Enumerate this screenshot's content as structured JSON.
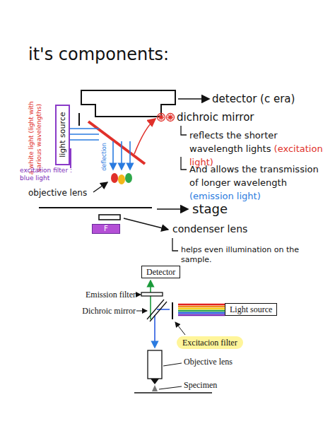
{
  "diagram": {
    "title": "it's components:",
    "nodes": [
      {
        "text": [
          "light source"
        ]
      },
      {
        "text": [
          "F"
        ]
      },
      {
        "text": [
          "Detector"
        ]
      },
      {
        "text": [
          "Light source"
        ]
      },
      {
        "text": [
          "Excitacion filter"
        ]
      }
    ],
    "labels": [
      "detector (c era)",
      "dichroic mirror",
      "reflects the shorter wavelength lights",
      "(excitation light)",
      "And allows the transmission of longer wavelength",
      "(emission light)",
      "stage",
      "condenser lens",
      "helps even illumination on the sample.",
      "a white light (light with various wavelengths)",
      "excitation filter : blue light",
      "deflection",
      "objective lens",
      "Emission filter",
      "Dichroic mirror",
      "Objective lens",
      "Specimen"
    ]
  }
}
